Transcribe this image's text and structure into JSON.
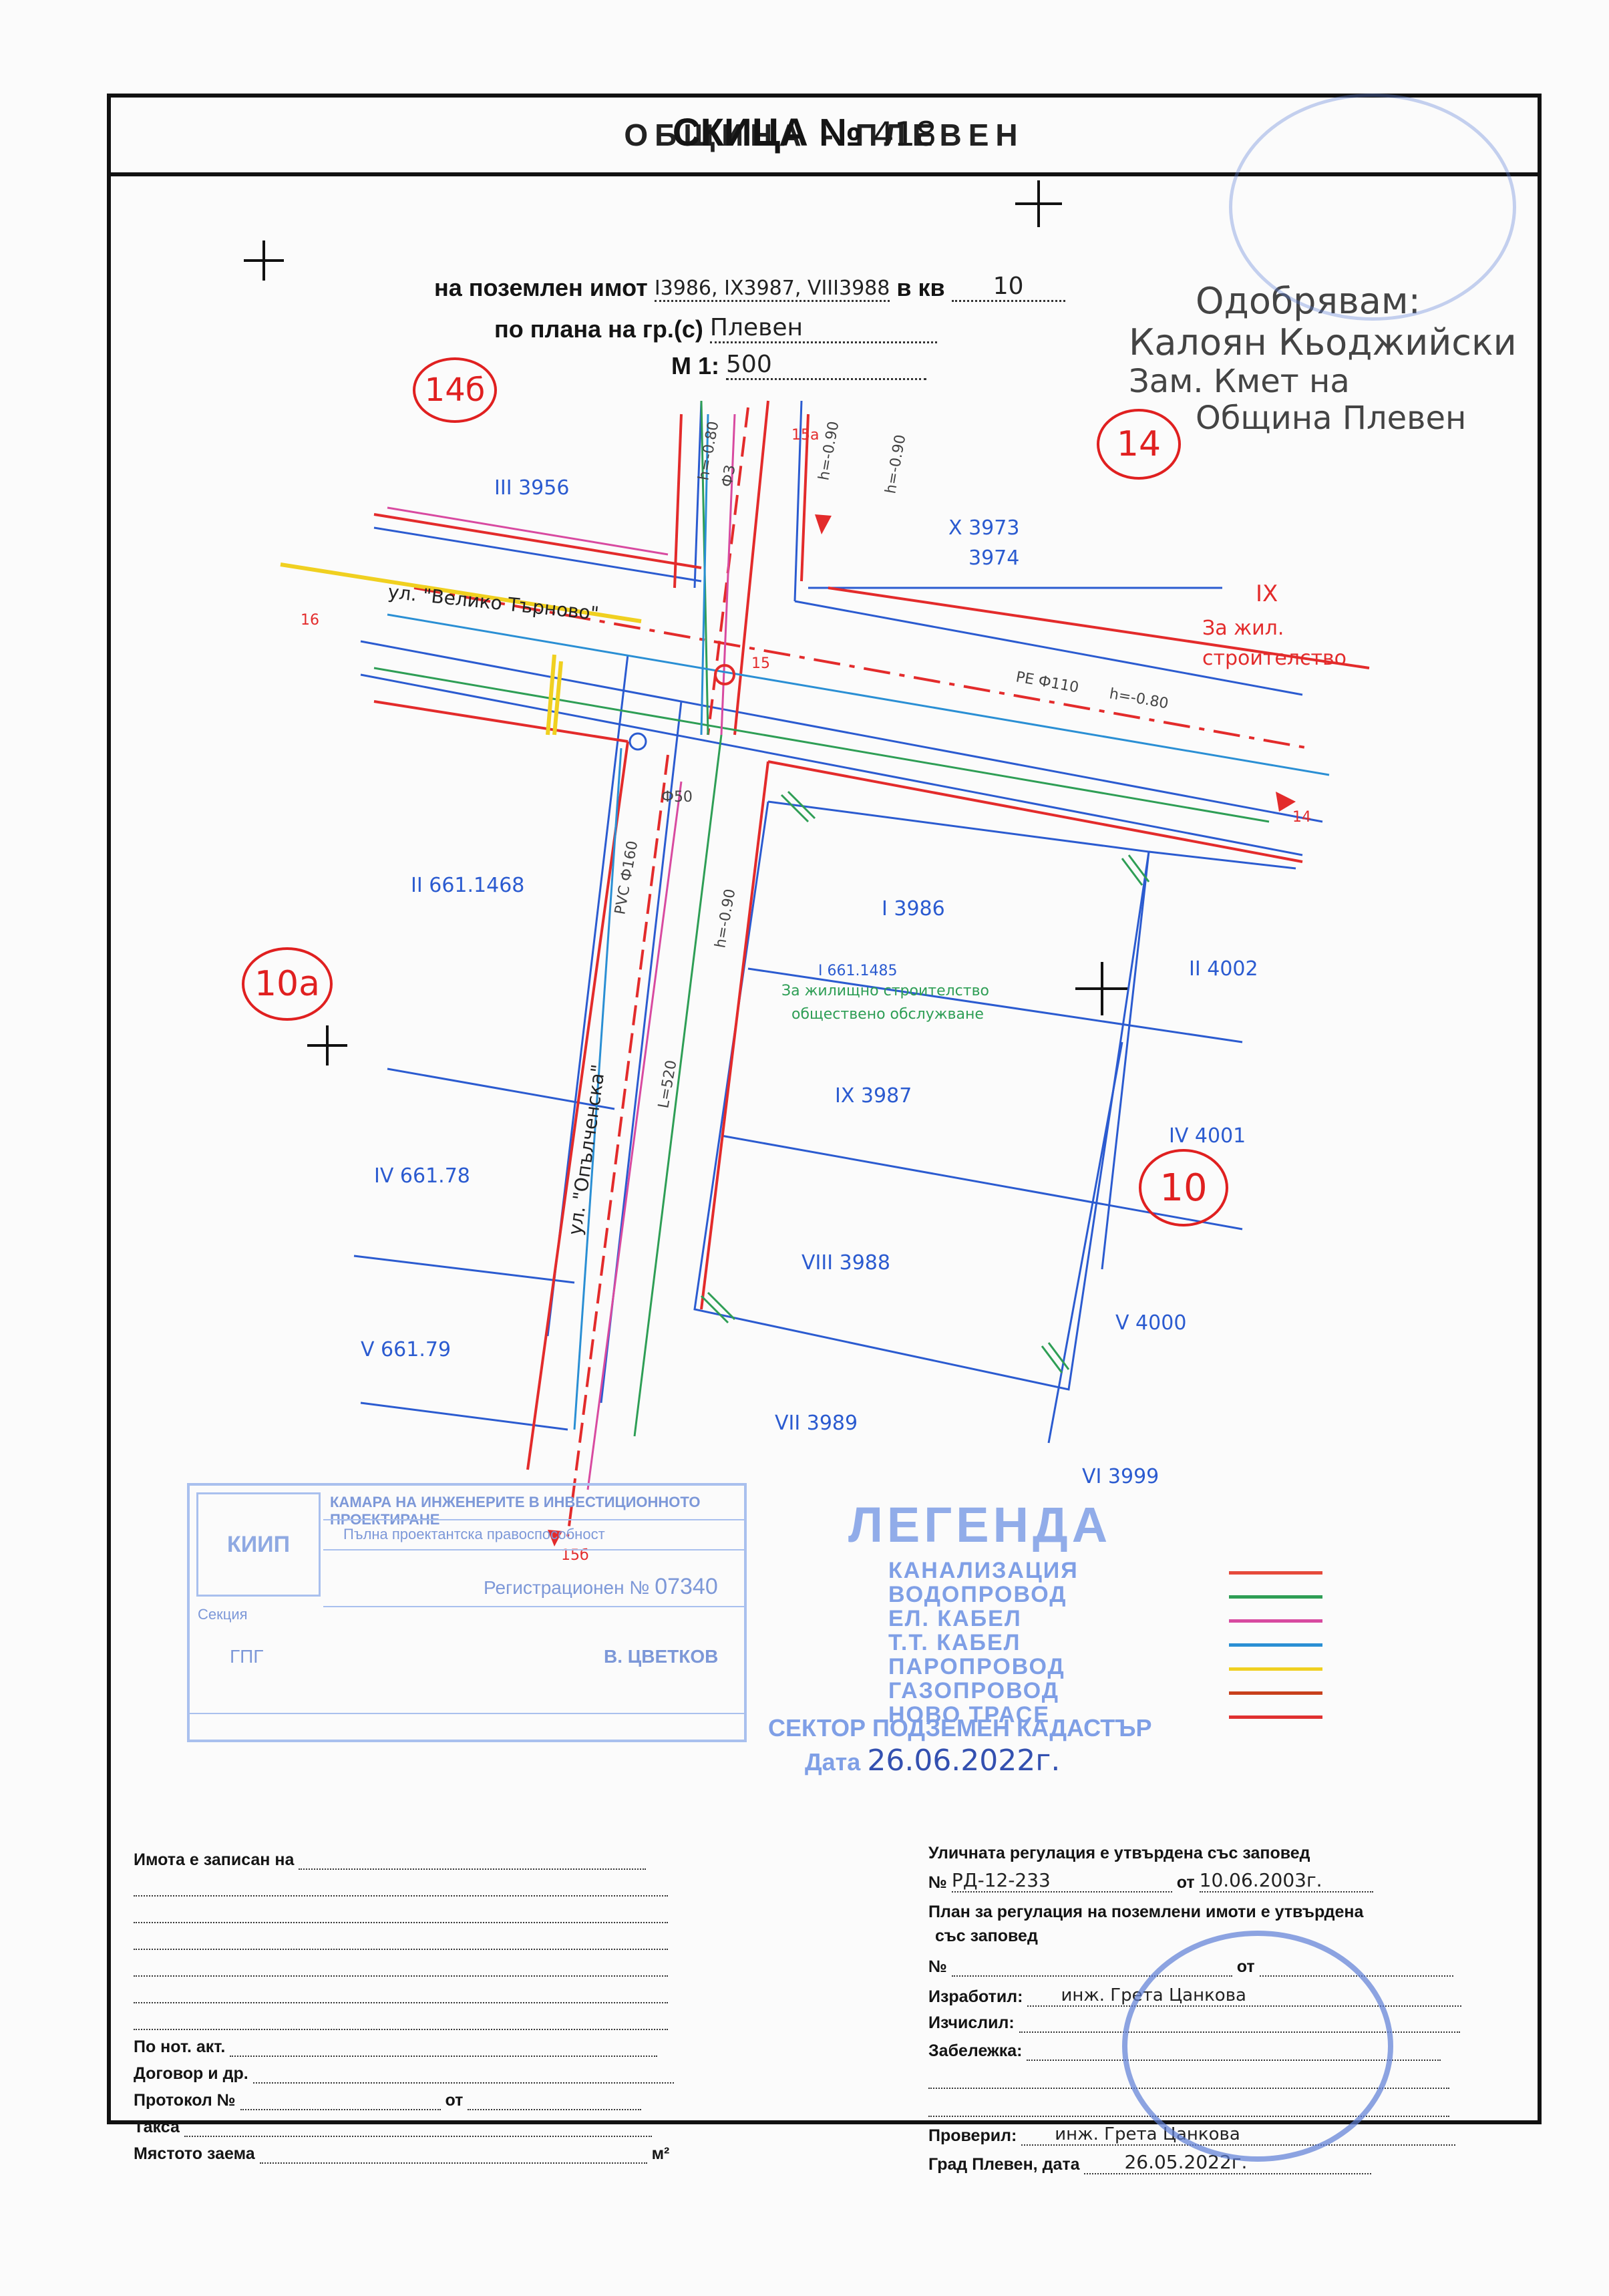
{
  "header": {
    "municipality": "ОБЩИНА - ПЛЕВЕН"
  },
  "title": {
    "label": "СКИЦА №",
    "number": "418"
  },
  "meta": {
    "property_label": "на поземлен имот",
    "property_value": "I3986, IX3987, VIII3988",
    "block_label": "в кв",
    "block_value": "10",
    "plan_label": "по плана на гр.(с)",
    "plan_value": "Плевен",
    "scale_label": "М 1:",
    "scale_value": "500"
  },
  "approval": {
    "line1": "Одобрявам:",
    "line2": "Калоян Кьоджийски",
    "line3": "Зам. Кмет на",
    "line4": "Община Плевен"
  },
  "map": {
    "district_labels": [
      "14б",
      "14",
      "10а",
      "10"
    ],
    "street_name": "ул. \"Велико Търново\"",
    "street_name_2": "ул. \"Опълченска\"",
    "mark_15": "15",
    "mark_15a": "15а",
    "mark_16": "16",
    "mark_14": "14",
    "mark_15b": "15б",
    "construction_note_1": "IX",
    "construction_note_2": "За жил.",
    "construction_note_3": "строителство",
    "parcel_labels": [
      "III 3956",
      "X 3973",
      "3974",
      "II 661.1468",
      "I 3986",
      "I 661.1485",
      "II 4002",
      "IX 3987",
      "IV 4001",
      "IV 661.78",
      "VIII 3988",
      "V 4000",
      "V 661.79",
      "VII 3989",
      "VI 3999"
    ],
    "green_note_1": "За жилищно строителство",
    "green_note_2": "обществено обслужване",
    "pipe_labels": [
      "h=-0.80",
      "h=-0.90",
      "h=-0.90",
      "Ф50",
      "ФЗ",
      "PE Ф110",
      "h=-0.80",
      "PVC Ф160",
      "h=-0.90",
      "L=520"
    ]
  },
  "legend": {
    "title": "ЛЕГЕНДА",
    "items": [
      {
        "label": "КАНАЛИЗАЦИЯ",
        "color": "#e64a3b"
      },
      {
        "label": "ВОДОПРОВОД",
        "color": "#2e9e55"
      },
      {
        "label": "ЕЛ. КАБЕЛ",
        "color": "#d84aa0"
      },
      {
        "label": "Т.Т. КАБЕЛ",
        "color": "#2a8fd4"
      },
      {
        "label": "ПАРОПРОВОД",
        "color": "#f0d020"
      },
      {
        "label": "ГАЗОПРОВОД",
        "color": "#c8401c"
      },
      {
        "label": "НОВО ТРАСЕ",
        "color": "#e03030"
      }
    ],
    "sector": "СЕКТОР ПОДЗЕМЕН КАДАСТЪР",
    "date_label": "Дата",
    "date_value": "26.06.2022г."
  },
  "stamp": {
    "logo": "КИИП",
    "line1": "КАМАРА НА ИНЖЕНЕРИТЕ В ИНВЕСТИЦИОННОТО ПРОЕКТИРАНЕ",
    "line2": "Пълна проектантска правоспособност",
    "reg_label": "Регистрационен №",
    "reg_value": "07340",
    "name": "В. ЦВЕТКОВ",
    "section_label": "Секция",
    "section_value": "ГПГ"
  },
  "bottom_left": {
    "owner_label": "Имота е записан на",
    "notary_label": "По нот. акт.",
    "contract_label": "Договор и др.",
    "protocol_label": "Протокол №",
    "from_label": "от",
    "tax_label": "Такса",
    "area_label": "Мястото заема",
    "area_unit": "м²"
  },
  "bottom_right": {
    "reg_line": "Уличната регулация е утвърдена със заповед",
    "order_no_label": "№",
    "order_no": "РД-12-233",
    "order_from_label": "от",
    "order_date": "10.06.2003г.",
    "plan_line1": "План за регулация на поземлени имоти е утвърдена",
    "plan_line2": "със заповед",
    "no_label": "№",
    "from_label": "от",
    "drawn_label": "Изработил:",
    "drawn_value": "инж. Грета Цанкова",
    "calc_label": "Изчислил:",
    "notes_label": "Забележка:",
    "checked_label": "Проверил:",
    "checked_value": "инж. Грета Цанкова",
    "city_label": "Град Плевен, дата",
    "city_date": "26.05.2022г."
  }
}
